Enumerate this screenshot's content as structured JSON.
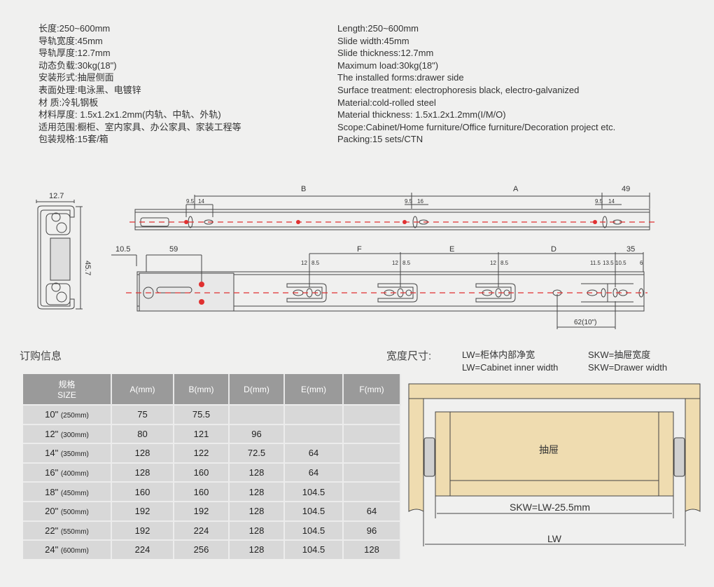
{
  "specs_cn": [
    "长度:250~600mm",
    "导轨宽度:45mm",
    "导轨厚度:12.7mm",
    "动态负载:30kg(18\")",
    "安装形式:抽屉侧面",
    "表面处理:电泳黑、电镀锌",
    "材 质:冷轧钢板",
    "材料厚度: 1.5x1.2x1.2mm(内轨、中轨、外轨)",
    "适用范围:橱柜、室内家具、办公家具、家装工程等",
    "包装规格:15套/箱"
  ],
  "specs_en": [
    "Length:250~600mm",
    "Slide width:45mm",
    "Slide thickness:12.7mm",
    "Maximum load:30kg(18\")",
    "The installed forms:drawer side",
    "Surface treatment: electrophoresis black, electro-galvanized",
    "Material:cold-rolled steel",
    "Material thickness: 1.5x1.2x1.2mm(I/M/O)",
    "Scope:Cabinet/Home furniture/Office furniture/Decoration project etc.",
    "Packing:15 sets/CTN"
  ],
  "drawing": {
    "section": {
      "width": "12.7",
      "height": "45.7"
    },
    "top_rail": {
      "B": "B",
      "A": "A",
      "end": "49",
      "d1": "9.5",
      "d2": "14",
      "d3": "9.5",
      "d4": "16",
      "d5": "9.5",
      "d6": "14"
    },
    "bottom_rail": {
      "left1": "10.5",
      "left2": "59",
      "F": "F",
      "E": "E",
      "D": "D",
      "end": "35",
      "h1": "12",
      "h2": "8.5",
      "h3": "12",
      "h4": "8.5",
      "h5": "12",
      "h6": "8.5",
      "r1": "11.5",
      "r2": "13.5",
      "r3": "10.5",
      "r4": "6",
      "bottom": "62(10\")"
    },
    "line_color": "#e03030"
  },
  "order": {
    "title": "订购信息",
    "headers": [
      [
        "规格",
        "SIZE"
      ],
      "A(mm)",
      "B(mm)",
      "D(mm)",
      "E(mm)",
      "F(mm)"
    ],
    "rows": [
      [
        [
          "10\"",
          "(250mm)"
        ],
        "75",
        "75.5",
        "",
        "",
        ""
      ],
      [
        [
          "12\"",
          "(300mm)"
        ],
        "80",
        "121",
        "96",
        "",
        ""
      ],
      [
        [
          "14\"",
          "(350mm)"
        ],
        "128",
        "122",
        "72.5",
        "64",
        ""
      ],
      [
        [
          "16\"",
          "(400mm)"
        ],
        "128",
        "160",
        "128",
        "64",
        ""
      ],
      [
        [
          "18\"",
          "(450mm)"
        ],
        "160",
        "160",
        "128",
        "104.5",
        ""
      ],
      [
        [
          "20\"",
          "(500mm)"
        ],
        "192",
        "192",
        "128",
        "104.5",
        "64"
      ],
      [
        [
          "22\"",
          "(550mm)"
        ],
        "192",
        "224",
        "128",
        "104.5",
        "96"
      ],
      [
        [
          "24\"",
          "(600mm)"
        ],
        "224",
        "256",
        "128",
        "104.5",
        "128"
      ]
    ]
  },
  "width": {
    "title": "宽度尺寸:",
    "lw_cn": "LW=柜体内部净宽",
    "lw_en": "LW=Cabinet inner width",
    "skw_cn": "SKW=抽屉宽度",
    "skw_en": "SKW=Drawer width",
    "drawer": "抽屉",
    "formula": "SKW=LW-25.5mm",
    "lw": "LW",
    "wood_color": "#efdcb0"
  }
}
